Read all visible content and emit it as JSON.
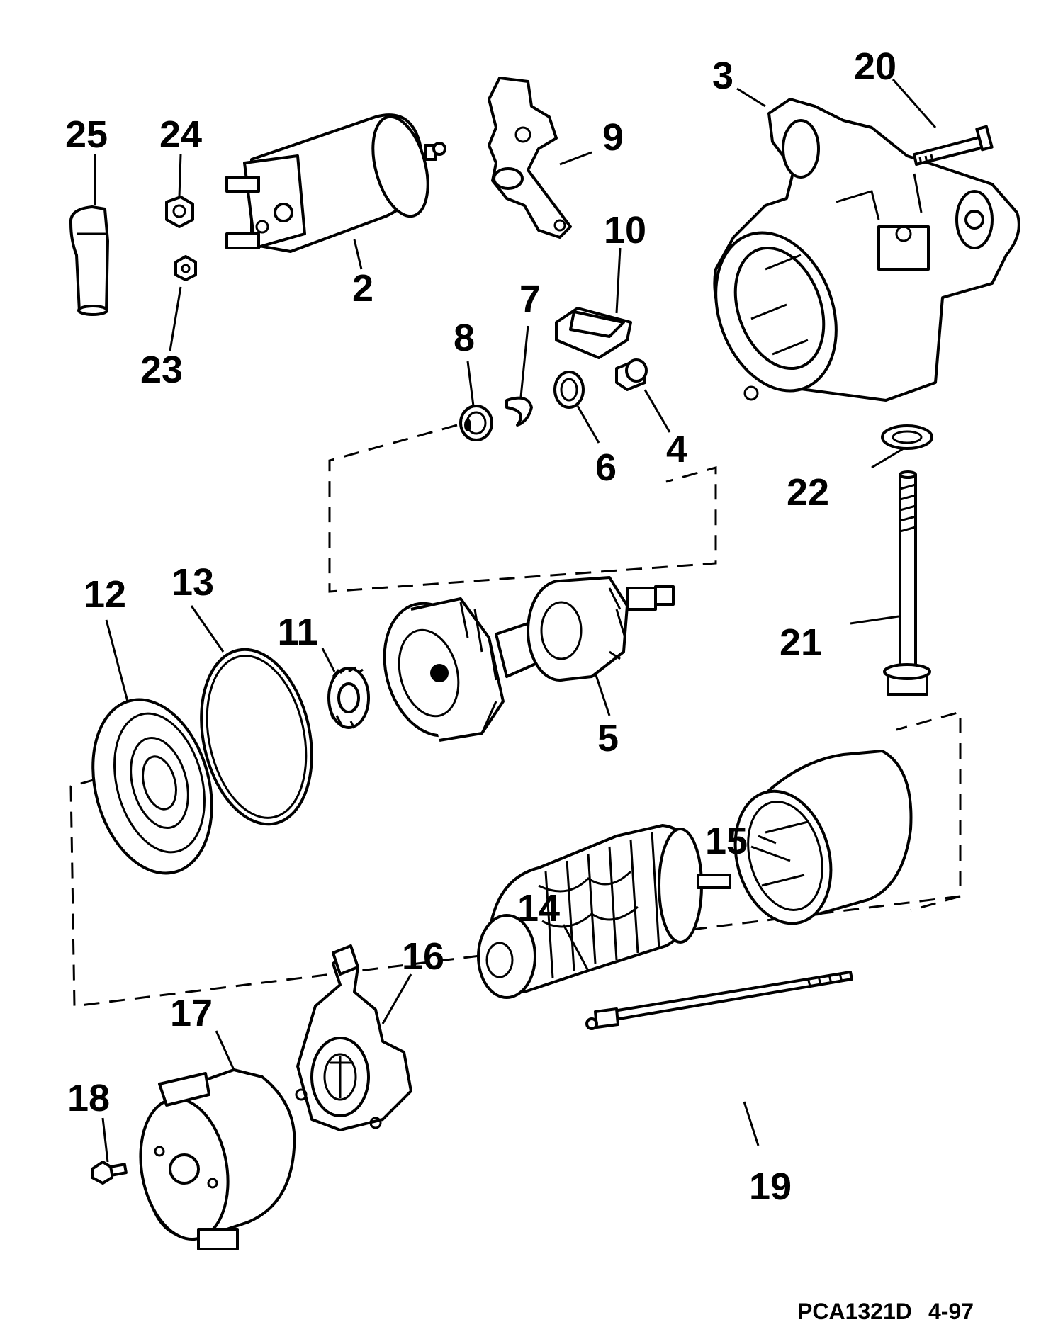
{
  "figure": {
    "callouts": [
      "2",
      "3",
      "4",
      "5",
      "6",
      "7",
      "8",
      "9",
      "10",
      "11",
      "12",
      "13",
      "14",
      "15",
      "16",
      "17",
      "18",
      "19",
      "20",
      "21",
      "22",
      "23",
      "24",
      "25"
    ],
    "reference_code": "PCA1321D",
    "revision_date": "4-97"
  },
  "colors": {
    "ink": "#000000",
    "paper": "#ffffff"
  }
}
